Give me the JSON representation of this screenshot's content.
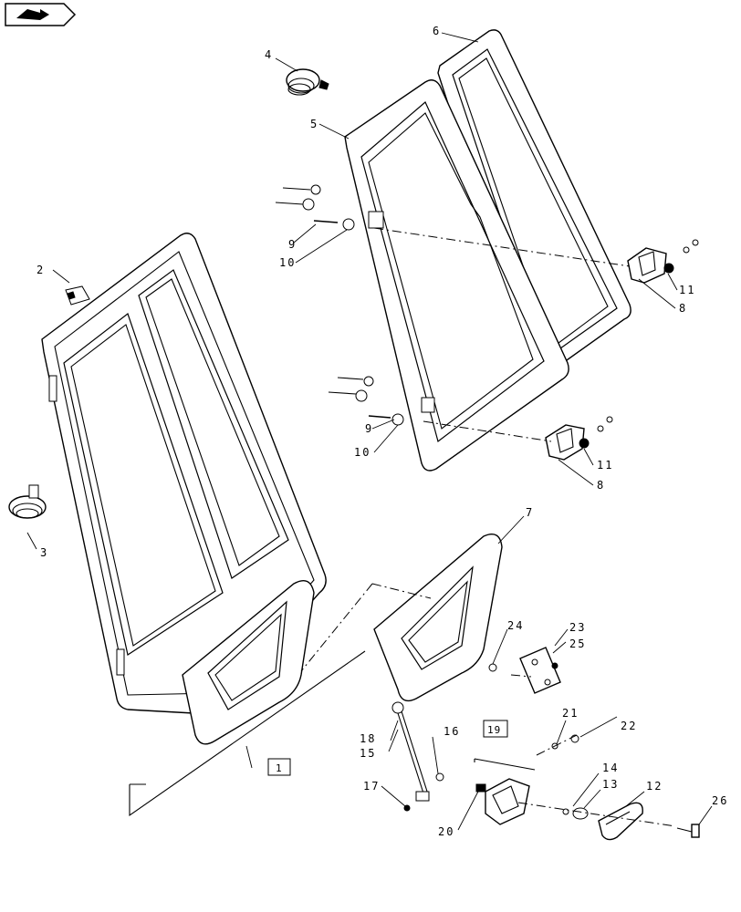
{
  "icon": {
    "name": "book-arrow-icon"
  },
  "labels": {
    "l1": "1",
    "l2": "2",
    "l3": "3",
    "l4": "4",
    "l5": "5",
    "l6": "6",
    "l7": "7",
    "l8a": "8",
    "l8b": "8",
    "l9a": "9",
    "l9b": "9",
    "l10a": "10",
    "l10b": "10",
    "l11a": "11",
    "l11b": "11",
    "l12": "12",
    "l13": "13",
    "l14": "14",
    "l15": "15",
    "l16": "16",
    "l17": "17",
    "l18": "18",
    "l19": "19",
    "l20": "20",
    "l21": "21",
    "l22": "22",
    "l23": "23",
    "l24": "24",
    "l25": "25",
    "l26": "26"
  }
}
